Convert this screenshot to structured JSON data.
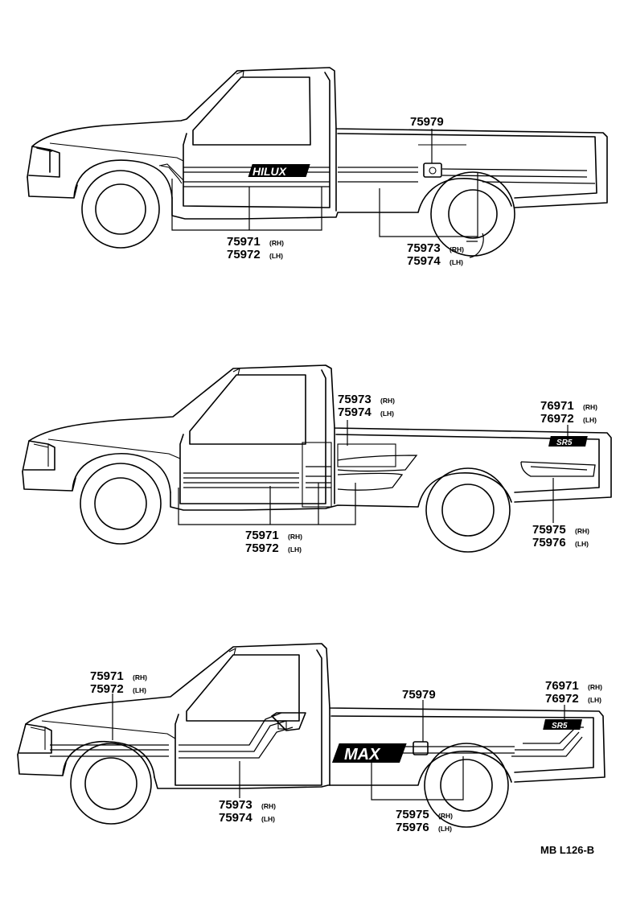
{
  "figure_ref": "MB L126-B",
  "views": [
    {
      "name": "view-1",
      "callouts": [
        {
          "part": "75979",
          "side": ""
        },
        {
          "part": "75971",
          "side": "(RH)"
        },
        {
          "part": "75972",
          "side": "(LH)"
        },
        {
          "part": "75973",
          "side": "(RH)"
        },
        {
          "part": "75974",
          "side": "(LH)"
        }
      ],
      "badge": "HILUX"
    },
    {
      "name": "view-2",
      "callouts": [
        {
          "part": "75973",
          "side": "(RH)"
        },
        {
          "part": "75974",
          "side": "(LH)"
        },
        {
          "part": "76971",
          "side": "(RH)"
        },
        {
          "part": "76972",
          "side": "(LH)"
        },
        {
          "part": "75971",
          "side": "(RH)"
        },
        {
          "part": "75972",
          "side": "(LH)"
        },
        {
          "part": "75975",
          "side": "(RH)"
        },
        {
          "part": "75976",
          "side": "(LH)"
        }
      ],
      "badge": "SR5"
    },
    {
      "name": "view-3",
      "callouts": [
        {
          "part": "75971",
          "side": "(RH)"
        },
        {
          "part": "75972",
          "side": "(LH)"
        },
        {
          "part": "75979",
          "side": ""
        },
        {
          "part": "76971",
          "side": "(RH)"
        },
        {
          "part": "76972",
          "side": "(LH)"
        },
        {
          "part": "75973",
          "side": "(RH)"
        },
        {
          "part": "75974",
          "side": "(LH)"
        },
        {
          "part": "75975",
          "side": "(RH)"
        },
        {
          "part": "75976",
          "side": "(LH)"
        }
      ],
      "badge": "MAX",
      "badge2": "SR5"
    }
  ]
}
